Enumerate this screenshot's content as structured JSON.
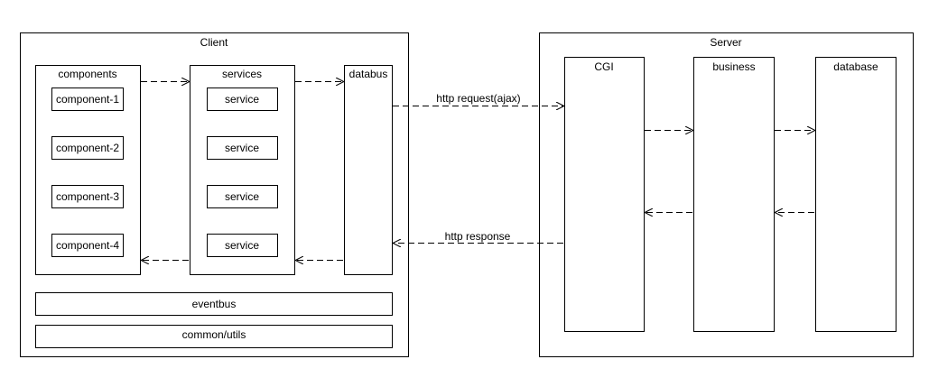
{
  "client": {
    "title": "Client",
    "components": {
      "title": "components",
      "items": [
        "component-1",
        "component-2",
        "component-3",
        "component-4"
      ]
    },
    "services": {
      "title": "services",
      "items": [
        "service",
        "service",
        "service",
        "service"
      ]
    },
    "databus": {
      "title": "databus"
    },
    "eventbus": {
      "title": "eventbus"
    },
    "common_utils": {
      "title": "common/utils"
    }
  },
  "server": {
    "title": "Server",
    "cgi": {
      "title": "CGI"
    },
    "business": {
      "title": "business"
    },
    "database": {
      "title": "database"
    }
  },
  "arrows": {
    "http_request": "http request(ajax)",
    "http_response": "http response"
  }
}
